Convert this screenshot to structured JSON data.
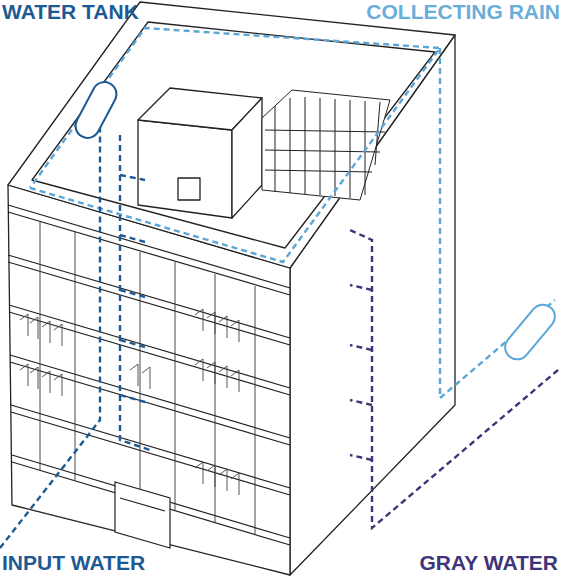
{
  "diagram": {
    "labels": [
      "WATER TANK",
      "COLLECTING RAIN",
      "INPUT WATER",
      "GRAY WATER"
    ]
  }
}
